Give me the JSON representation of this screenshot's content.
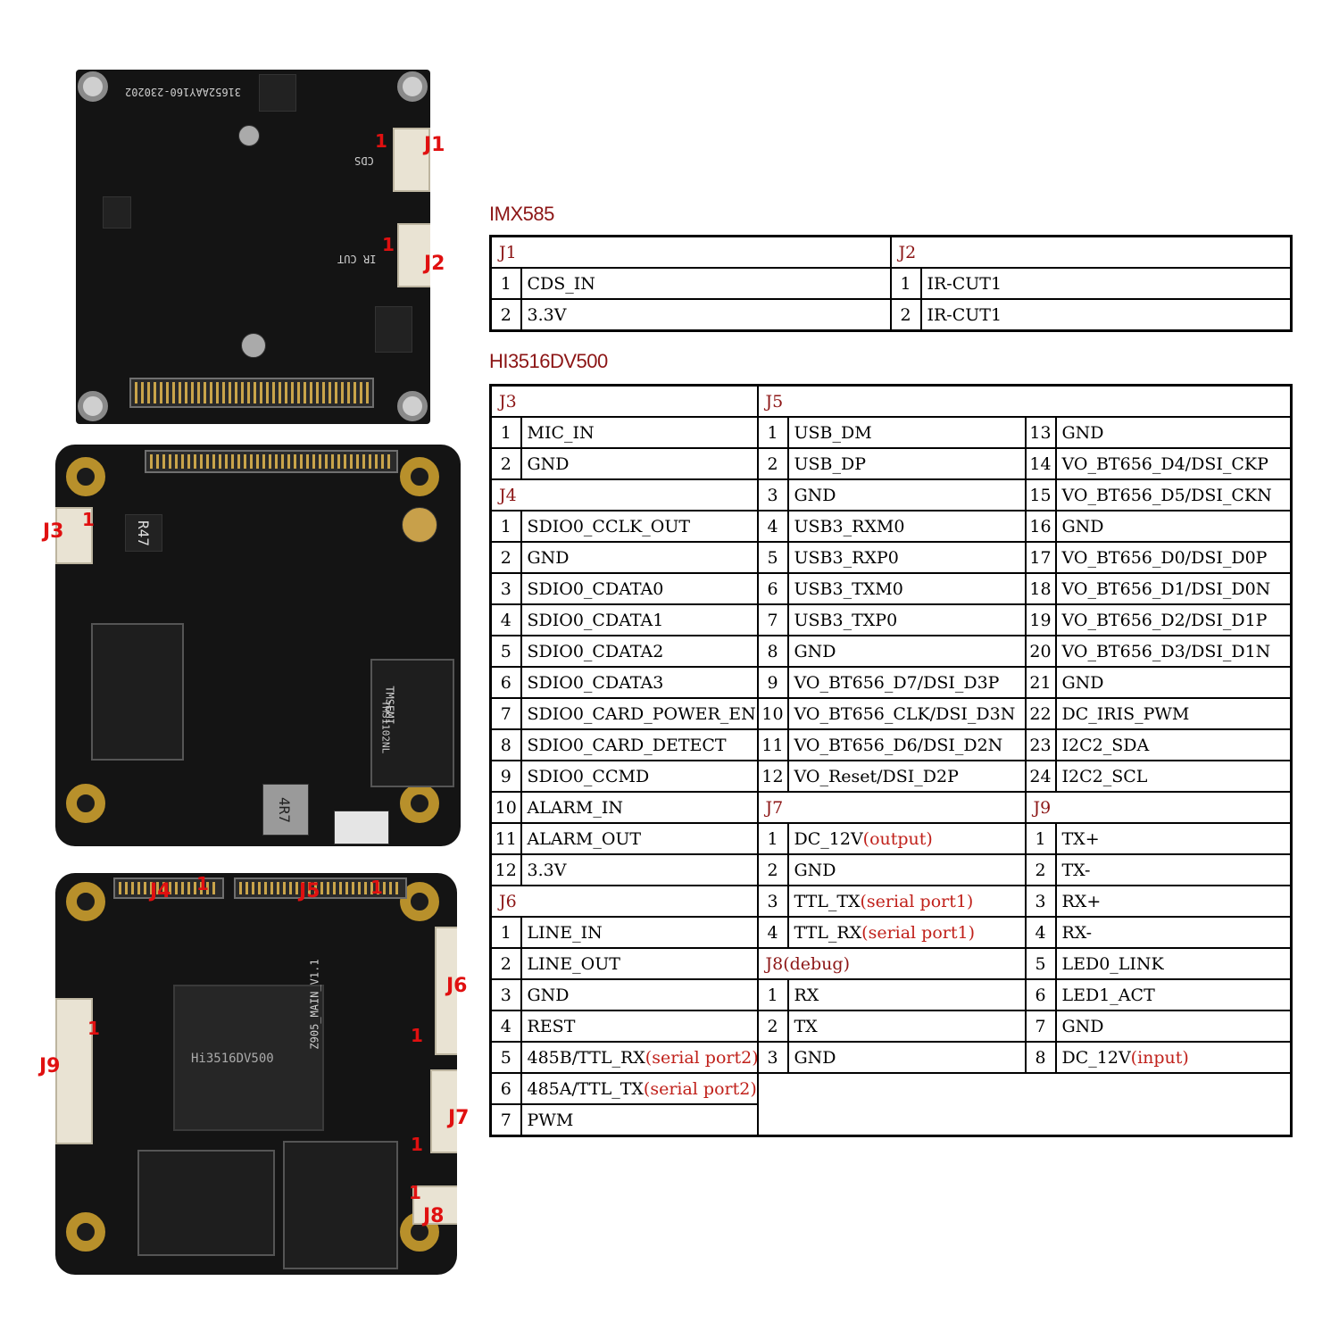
{
  "sections": {
    "imx": "IMX585",
    "hi": "HI3516DV500"
  },
  "imx_table": {
    "j1": {
      "title": "J1",
      "rows": [
        [
          "1",
          "CDS_IN"
        ],
        [
          "2",
          "3.3V"
        ]
      ]
    },
    "j2": {
      "title": "J2",
      "rows": [
        [
          "1",
          "IR-CUT1"
        ],
        [
          "2",
          "IR-CUT1"
        ]
      ]
    }
  },
  "j3": {
    "title": "J3",
    "rows": [
      [
        "1",
        "MIC_IN"
      ],
      [
        "2",
        "GND"
      ]
    ]
  },
  "j4": {
    "title": "J4",
    "rows": [
      [
        "1",
        "SDIO0_CCLK_OUT"
      ],
      [
        "2",
        "GND"
      ],
      [
        "3",
        "SDIO0_CDATA0"
      ],
      [
        "4",
        "SDIO0_CDATA1"
      ],
      [
        "5",
        "SDIO0_CDATA2"
      ],
      [
        "6",
        "SDIO0_CDATA3"
      ],
      [
        "7",
        "SDIO0_CARD_POWER_EN"
      ],
      [
        "8",
        "SDIO0_CARD_DETECT"
      ],
      [
        "9",
        "SDIO0_CCMD"
      ],
      [
        "10",
        "ALARM_IN"
      ],
      [
        "11",
        "ALARM_OUT"
      ],
      [
        "12",
        "3.3V"
      ]
    ]
  },
  "j6": {
    "title": "J6",
    "rows": [
      [
        "1",
        "LINE_IN",
        ""
      ],
      [
        "2",
        "LINE_OUT",
        ""
      ],
      [
        "3",
        "GND",
        ""
      ],
      [
        "4",
        "REST",
        ""
      ],
      [
        "5",
        "485B/TTL_RX",
        "(serial port2)"
      ],
      [
        "6",
        "485A/TTL_TX",
        "(serial port2)"
      ],
      [
        "7",
        "PWM",
        ""
      ]
    ]
  },
  "j5": {
    "title": "J5",
    "rows": [
      [
        "1",
        "USB_DM",
        "13",
        "GND"
      ],
      [
        "2",
        "USB_DP",
        "14",
        "VO_BT656_D4/DSI_CKP"
      ],
      [
        "3",
        "GND",
        "15",
        "VO_BT656_D5/DSI_CKN"
      ],
      [
        "4",
        "USB3_RXM0",
        "16",
        "GND"
      ],
      [
        "5",
        "USB3_RXP0",
        "17",
        "VO_BT656_D0/DSI_D0P"
      ],
      [
        "6",
        "USB3_TXM0",
        "18",
        "VO_BT656_D1/DSI_D0N"
      ],
      [
        "7",
        "USB3_TXP0",
        "19",
        "VO_BT656_D2/DSI_D1P"
      ],
      [
        "8",
        "GND",
        "20",
        "VO_BT656_D3/DSI_D1N"
      ],
      [
        "9",
        "VO_BT656_D7/DSI_D3P",
        "21",
        "GND"
      ],
      [
        "10",
        "VO_BT656_CLK/DSI_D3N",
        "22",
        "DC_IRIS_PWM"
      ],
      [
        "11",
        "VO_BT656_D6/DSI_D2N",
        "23",
        "I2C2_SDA"
      ],
      [
        "12",
        "VO_Reset/DSI_D2P",
        "24",
        "I2C2_SCL"
      ]
    ]
  },
  "j7": {
    "title": "J7",
    "rows": [
      [
        "1",
        "DC_12V",
        "(output)"
      ],
      [
        "2",
        "GND",
        ""
      ],
      [
        "3",
        "TTL_TX",
        "(serial port1)"
      ],
      [
        "4",
        "TTL_RX",
        "(serial port1)"
      ]
    ]
  },
  "j8": {
    "title": "J8(debug)",
    "rows": [
      [
        "1",
        "RX"
      ],
      [
        "2",
        "TX"
      ],
      [
        "3",
        "GND"
      ]
    ]
  },
  "j9": {
    "title": "J9",
    "rows": [
      [
        "1",
        "TX+",
        ""
      ],
      [
        "2",
        "TX-",
        ""
      ],
      [
        "3",
        "RX+",
        ""
      ],
      [
        "4",
        "RX-",
        ""
      ],
      [
        "5",
        "LED0_LINK",
        ""
      ],
      [
        "6",
        "LED1_ACT",
        ""
      ],
      [
        "7",
        "GND",
        ""
      ],
      [
        "8",
        "DC_12V",
        "(input)"
      ]
    ]
  },
  "photo_labels": {
    "b1": {
      "j1": "J1",
      "j2": "J2",
      "one": "1",
      "silk_top": "31652AAY160-230202",
      "silk_cds": "CDS",
      "silk_ircut": "IR CUT"
    },
    "b2": {
      "j3": "J3",
      "one": "1",
      "silk_r47": "R47",
      "silk_tmsemi": "TMSEMI",
      "silk_tms": "TMS1102NL",
      "silk_4r7": "4R7"
    },
    "b3": {
      "j4": "J4",
      "j5": "J5",
      "j6": "J6",
      "j7": "J7",
      "j8": "J8",
      "j9": "J9",
      "one": "1",
      "silk_hi": "Hi3516DV500",
      "silk_main": "Z905_MAIN_V1.1"
    }
  },
  "colors": {
    "heading": "#8c1515",
    "note": "#c0201a",
    "label": "#e01010"
  }
}
